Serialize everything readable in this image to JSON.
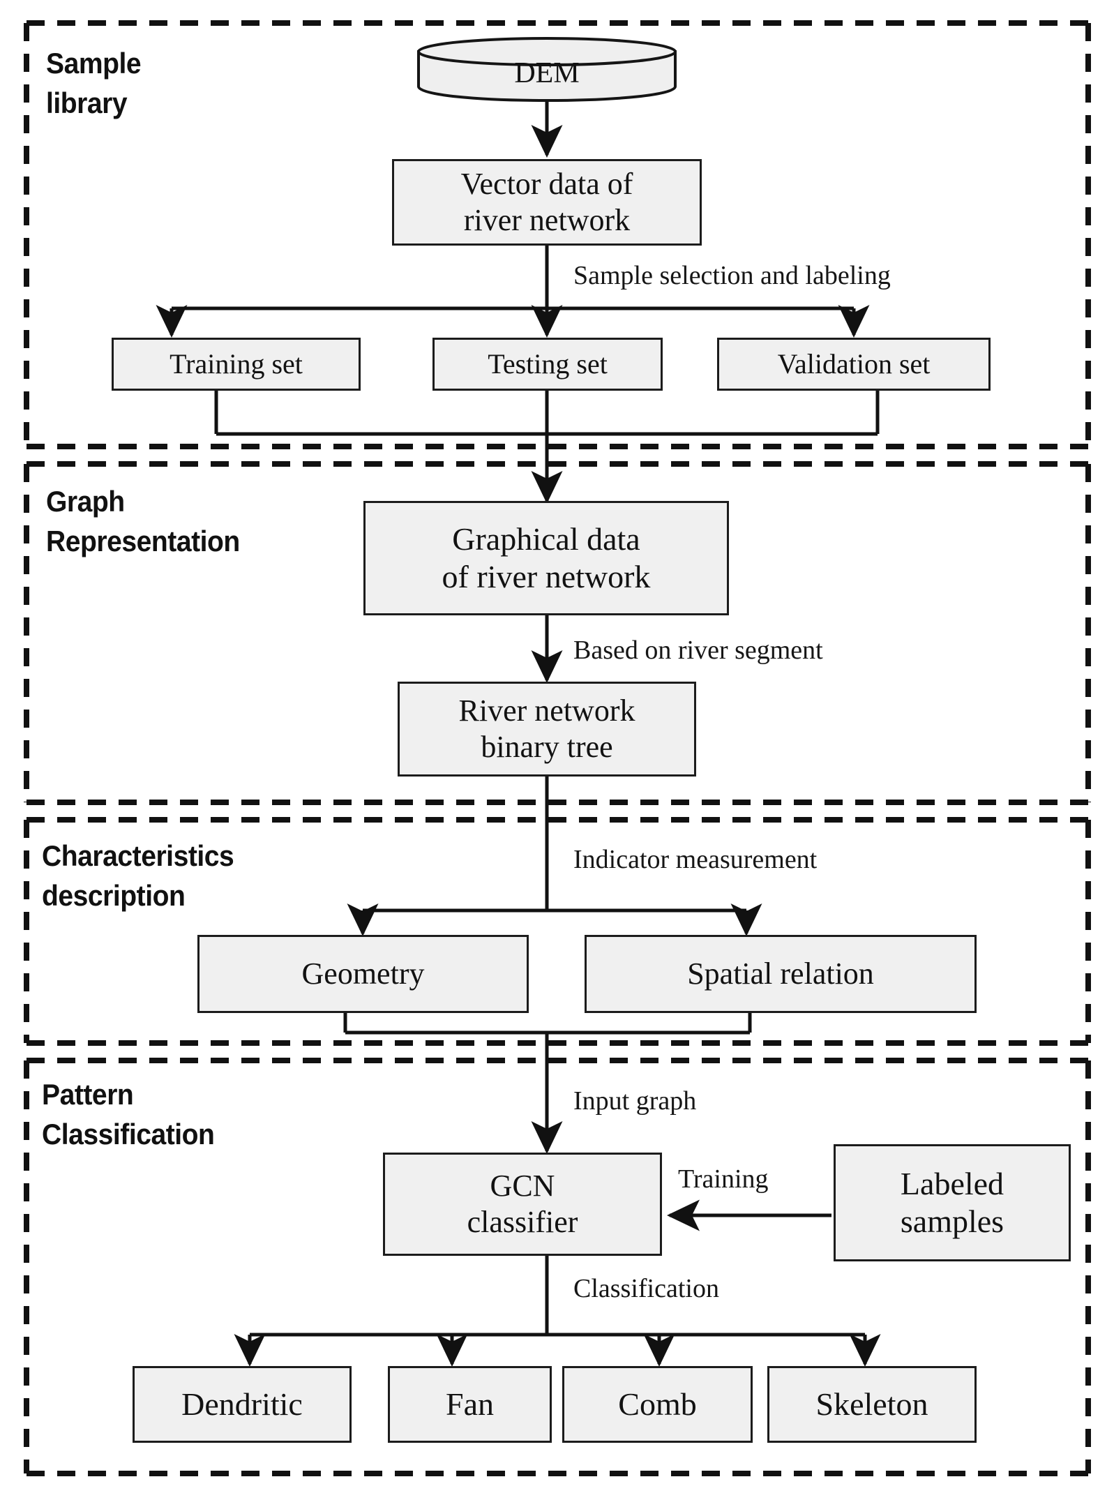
{
  "diagram": {
    "type": "flowchart",
    "title": "River network pattern classification workflow",
    "colors": {
      "node_fill": "#f0f0f0",
      "node_stroke": "#1c1c1c",
      "section_border": "#111111",
      "background": "#ffffff",
      "text": "#121212"
    },
    "sections": [
      {
        "id": "sample-library",
        "label": "Sample\nlibrary"
      },
      {
        "id": "graph-representation",
        "label": "Graph\nRepresentation"
      },
      {
        "id": "characteristics-description",
        "label": "Characteristics\ndescription"
      },
      {
        "id": "pattern-classification",
        "label": "Pattern\nClassification"
      }
    ],
    "nodes": {
      "dem": "DEM",
      "vector_data": "Vector data of\nriver network",
      "training_set": "Training set",
      "testing_set": "Testing set",
      "validation_set": "Validation set",
      "graphical_data": "Graphical data\nof river network",
      "binary_tree": "River network\nbinary tree",
      "geometry": "Geometry",
      "spatial_relation": "Spatial relation",
      "gcn_classifier": "GCN\nclassifier",
      "labeled_samples": "Labeled\nsamples",
      "dendritic": "Dendritic",
      "fan": "Fan",
      "comb": "Comb",
      "skeleton": "Skeleton"
    },
    "edge_labels": {
      "sample_selection": "Sample selection and labeling",
      "based_on_river_segment": "Based on river segment",
      "indicator_measurement": "Indicator measurement",
      "input_graph": "Input graph",
      "training": "Training",
      "classification": "Classification"
    }
  }
}
